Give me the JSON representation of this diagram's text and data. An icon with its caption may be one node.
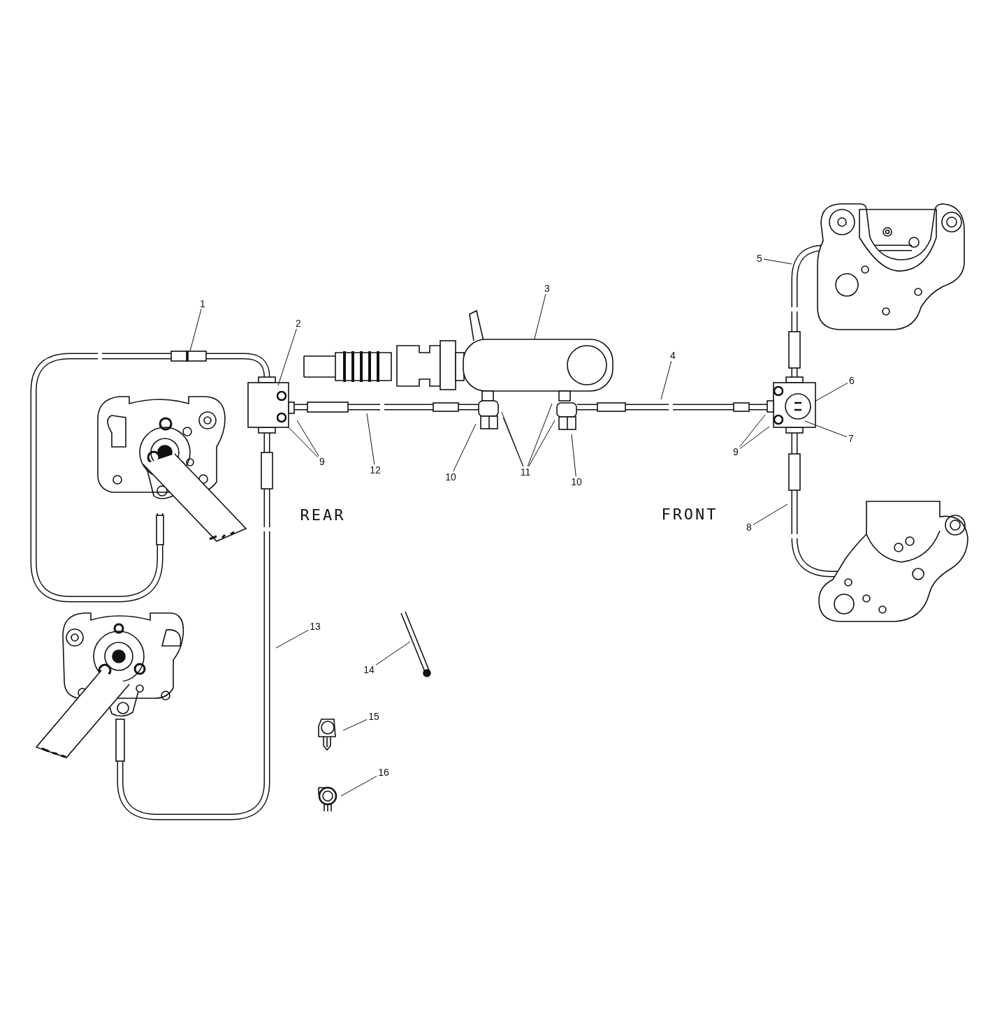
{
  "diagram": {
    "nodes": [
      {
        "text": [
          "5"
        ]
      },
      {
        "text": [
          "3"
        ]
      },
      {
        "text": [
          "1"
        ]
      },
      {
        "text": [
          "2"
        ]
      },
      {
        "text": [
          "4"
        ]
      },
      {
        "text": [
          "6"
        ]
      },
      {
        "text": [
          "9"
        ]
      },
      {
        "text": [
          "12"
        ]
      },
      {
        "text": [
          "10"
        ]
      },
      {
        "text": [
          "11"
        ]
      },
      {
        "text": [
          "10"
        ]
      },
      {
        "text": [
          "9"
        ]
      },
      {
        "text": [
          "7"
        ]
      },
      {
        "text": [
          "8"
        ]
      },
      {
        "text": [
          "13"
        ]
      },
      {
        "text": [
          "14"
        ]
      },
      {
        "text": [
          "15"
        ]
      },
      {
        "text": [
          "16"
        ]
      }
    ],
    "edges": [
      {
        "from": 0,
        "to": null,
        "arrow": "none"
      },
      {
        "from": 1,
        "to": null,
        "arrow": "none"
      },
      {
        "from": 2,
        "to": null,
        "arrow": "none"
      },
      {
        "from": 3,
        "to": null,
        "arrow": "none"
      },
      {
        "from": 4,
        "to": null,
        "arrow": "none"
      },
      {
        "from": 5,
        "to": null,
        "arrow": "none"
      },
      {
        "from": 6,
        "to": null,
        "arrow": "none"
      },
      {
        "from": 6,
        "to": null,
        "arrow": "none"
      },
      {
        "from": 7,
        "to": null,
        "arrow": "none"
      },
      {
        "from": 8,
        "to": null,
        "arrow": "none"
      },
      {
        "from": 9,
        "to": null,
        "arrow": "none"
      },
      {
        "from": 9,
        "to": null,
        "arrow": "none"
      },
      {
        "from": 9,
        "to": null,
        "arrow": "none"
      },
      {
        "from": 9,
        "to": null,
        "arrow": "none"
      },
      {
        "from": 10,
        "to": null,
        "arrow": "none"
      },
      {
        "from": 11,
        "to": null,
        "arrow": "none"
      },
      {
        "from": 11,
        "to": null,
        "arrow": "none"
      },
      {
        "from": 12,
        "to": null,
        "arrow": "none"
      },
      {
        "from": 13,
        "to": null,
        "arrow": "none"
      },
      {
        "from": 14,
        "to": null,
        "arrow": "none"
      },
      {
        "from": 15,
        "to": null,
        "arrow": "none"
      },
      {
        "from": 16,
        "to": null,
        "arrow": "none"
      },
      {
        "from": 17,
        "to": null,
        "arrow": "none"
      }
    ],
    "labels": [
      "REAR",
      "FRONT"
    ]
  }
}
